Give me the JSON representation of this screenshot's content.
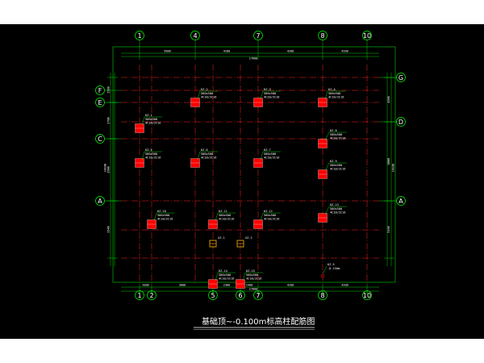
{
  "drawing": {
    "title": "基础顶~-0.100m标高柱配筋图",
    "colors": {
      "background": "#000000",
      "axis_line": "#ff2020",
      "dim_line": "#00ff00",
      "column": "#ff0000",
      "text": "#ffffff",
      "leader": "#00ff00"
    },
    "x_axes_top": [
      "1",
      "4",
      "7",
      "8",
      "10"
    ],
    "x_axes_bottom": [
      "1",
      "2",
      "5",
      "6",
      "7",
      "8",
      "10"
    ],
    "y_axes_left": [
      "F",
      "E",
      "C",
      "A"
    ],
    "y_axes_right": [
      "G",
      "D",
      "A"
    ],
    "top_dims": [
      "5000",
      "4200",
      "4200",
      "4200"
    ],
    "top_total": "17600",
    "bottom_dims": [
      "2000",
      "3000",
      "2400",
      "2400",
      "4200",
      "4200"
    ],
    "bottom_total": "17600",
    "left_dims": [
      "1500",
      "3700",
      "3500",
      "3540"
    ],
    "left_total": "14190",
    "right_dims": [
      "4200",
      "6000",
      "5190"
    ],
    "right_total": "14190",
    "column_tags": [
      {
        "id": "KZ-1",
        "line": "500x500",
        "rebar": "4C18/2C16"
      },
      {
        "id": "KZ-2",
        "line": "500x500",
        "rebar": "4C18/2C16"
      },
      {
        "id": "KZ-3",
        "line": "500x500",
        "rebar": "4C20/2C18"
      },
      {
        "id": "KZ-4",
        "line": "500x500",
        "rebar": "4C18/2C16"
      },
      {
        "id": "KZ-5",
        "line": "500x500",
        "rebar": "4C18/2C16"
      },
      {
        "id": "KZ-6",
        "line": "500x500",
        "rebar": "4C18/2C16"
      },
      {
        "id": "KZ-7",
        "line": "500x500",
        "rebar": "4C18/2C16"
      },
      {
        "id": "KZ-8",
        "line": "500x500",
        "rebar": "4C20/2C18"
      },
      {
        "id": "KZ-9",
        "line": "500x500",
        "rebar": "4C18/2C16"
      },
      {
        "id": "KZ-10",
        "line": "500x500",
        "rebar": "4C18/2C16"
      },
      {
        "id": "KZ-11",
        "line": "500x500",
        "rebar": "4C18/2C16"
      },
      {
        "id": "KZ-12",
        "line": "500x500",
        "rebar": "4C18/2C16"
      },
      {
        "id": "KZ-13",
        "line": "500x500",
        "rebar": "4C18/2C16"
      },
      {
        "id": "KZ-14",
        "line": "500x500",
        "rebar": "4C18/2C16"
      },
      {
        "id": "KZ-15",
        "line": "500x500",
        "rebar": "4C18/2C16"
      }
    ],
    "small_tags": [
      "XZ-1",
      "XZ-2"
    ],
    "elev_tag": "KZ-5",
    "elev_value": "-0.150m"
  }
}
